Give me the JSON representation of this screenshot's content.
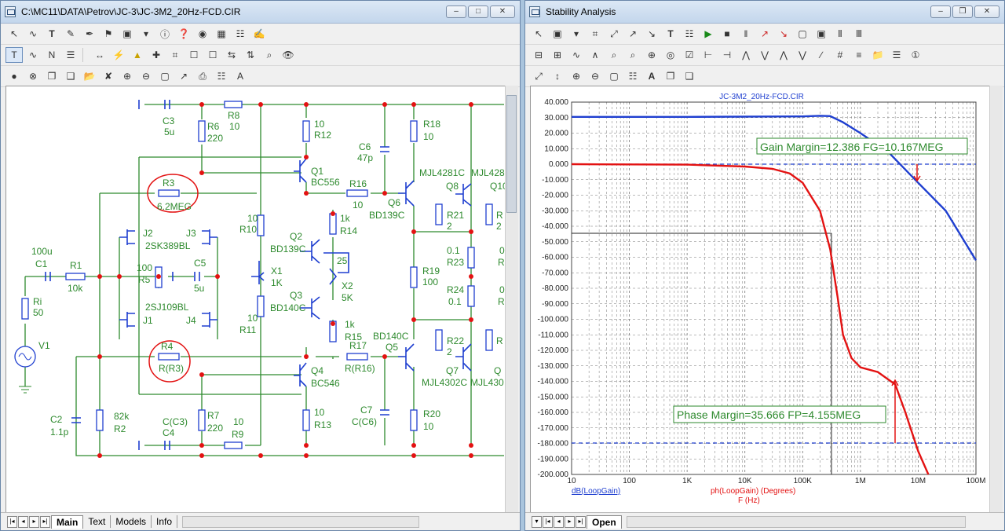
{
  "left_window": {
    "title": "C:\\MC11\\DATA\\Petrov\\JC-3\\JC-3M2_20Hz-FCD.CIR",
    "tabs": [
      "Main",
      "Text",
      "Models",
      "Info"
    ],
    "active_tab": "Main"
  },
  "right_window": {
    "title": "Stability Analysis",
    "tabs": [
      "Open"
    ],
    "active_tab": "Open"
  },
  "schematic": {
    "labels": {
      "c3": "C3",
      "c3v": "5u",
      "r8": "R8",
      "r8v": "10",
      "r6": "R6",
      "r6v": "220",
      "r12": "R12",
      "r12v": "10",
      "q1": "Q1",
      "q1m": "BC556",
      "r3": "R3",
      "r3v": "6.2MEG",
      "r16": "R16",
      "r16v": "10",
      "c6": "C6",
      "c6v": "47p",
      "q6": "Q6",
      "q6m": "BD139C",
      "r18": "R18",
      "r18v": "10",
      "mjl4281": "MJL4281C",
      "mjl428": "MJL428",
      "q8": "Q8",
      "q10": "Q10",
      "r21": "R21",
      "r21v": "2",
      "r2x": "R",
      "r2xv": "2",
      "j2": "J2",
      "j3": "J3",
      "jm1": "2SK389BL",
      "c5": "C5",
      "c5v": "5u",
      "r5": "R5",
      "r5v": "100",
      "jm2": "2SJ109BL",
      "j1": "J1",
      "j4": "J4",
      "c1": "C1",
      "c1v": "100u",
      "r1": "R1",
      "r1v": "10k",
      "ri": "Ri",
      "riv": "50",
      "v1": "V1",
      "r10": "R10",
      "r10v": "10",
      "x1": "X1",
      "x1v": "1K",
      "r11": "R11",
      "r11v": "10",
      "q2": "Q2",
      "q2m": "BD139C",
      "r14": "R14",
      "r14v": "1k",
      "x2": "X2",
      "x2v": "5K",
      "x2p": "25",
      "q3": "Q3",
      "q3m": "BD140C",
      "r15": "R15",
      "r15v": "1k",
      "r19": "R19",
      "r19v": "100",
      "r23": "R23",
      "r23v": "0.1",
      "r24": "R24",
      "r24v": "0.1",
      "r4": "R4",
      "r4v": "R(R3)",
      "r17": "R17",
      "r17v": "R(R16)",
      "q5": "Q5",
      "q5m": "BD140C",
      "r22": "R22",
      "r22v": "2",
      "q7": "Q7",
      "q7m": "MJL4302C",
      "q9m": "MJL430",
      "q9": "Q",
      "q4": "Q4",
      "q4m": "BC546",
      "c7": "C7",
      "c7v": "C(C6)",
      "c2": "C2",
      "c2v": "1.1p",
      "r2": "R2",
      "r2v": "82k",
      "c4": "C4",
      "c4v": "C(C3)",
      "r7": "R7",
      "r7v": "220",
      "r9": "R9",
      "r9v": "10",
      "r13": "R13",
      "r13v": "10",
      "r20": "R20",
      "r20v": "10",
      "o1": "0",
      "o2": "R",
      "o3": "0",
      "o4": "R",
      "r2y": "R"
    }
  },
  "plot": {
    "title": "JC-3M2_20Hz-FCD.CIR",
    "y_ticks": [
      "40.000",
      "30.000",
      "20.000",
      "10.000",
      "0.000",
      "-10.000",
      "-20.000",
      "-30.000",
      "-40.000",
      "-50.000",
      "-60.000",
      "-70.000",
      "-80.000",
      "-90.000",
      "-100.000",
      "-110.000",
      "-120.000",
      "-130.000",
      "-140.000",
      "-150.000",
      "-160.000",
      "-170.000",
      "-180.000",
      "-190.000",
      "-200.000"
    ],
    "x_ticks": [
      "10",
      "100",
      "1K",
      "10K",
      "100K",
      "1M",
      "10M",
      "100M"
    ],
    "xlabel": "F (Hz)",
    "legend_gain": "dB(LoopGain)",
    "legend_phase": "ph(LoopGain) (Degrees)",
    "gain_margin_text": "Gain Margin=12.386 FG=10.167MEG",
    "phase_margin_text": "Phase Margin=35.666 FP=4.155MEG",
    "colors": {
      "gain": "#1f3fd0",
      "phase": "#e31212",
      "grid": "#777777",
      "annot": "#2e8a2e"
    }
  },
  "chart_data": {
    "type": "line",
    "title": "JC-3M2_20Hz-FCD.CIR",
    "xlabel": "F (Hz)",
    "ylabel": "",
    "x_scale": "log",
    "xlim": [
      10,
      100000000
    ],
    "ylim": [
      -200,
      40
    ],
    "series": [
      {
        "name": "dB(LoopGain)",
        "x": [
          10,
          1000,
          100000,
          200000,
          300000,
          500000,
          1000000,
          3000000,
          10000000,
          30000000,
          100000000
        ],
        "y": [
          30.5,
          30.5,
          30.8,
          31.2,
          31.0,
          27,
          20,
          8,
          -12,
          -30,
          -62
        ]
      },
      {
        "name": "ph(LoopGain) (Degrees)",
        "x": [
          10,
          1000,
          10000,
          30000,
          60000,
          100000,
          200000,
          300000,
          400000,
          500000,
          700000,
          1000000,
          2000000,
          4000000,
          6000000,
          10000000,
          15000000
        ],
        "y": [
          0,
          -0.3,
          -1.5,
          -3,
          -6,
          -12,
          -30,
          -55,
          -85,
          -110,
          -125,
          -131,
          -134,
          -142,
          -160,
          -185,
          -200
        ]
      }
    ],
    "annotations": [
      "Gain Margin=12.386 FG=10.167MEG",
      "Phase Margin=35.666 FP=4.155MEG"
    ]
  }
}
